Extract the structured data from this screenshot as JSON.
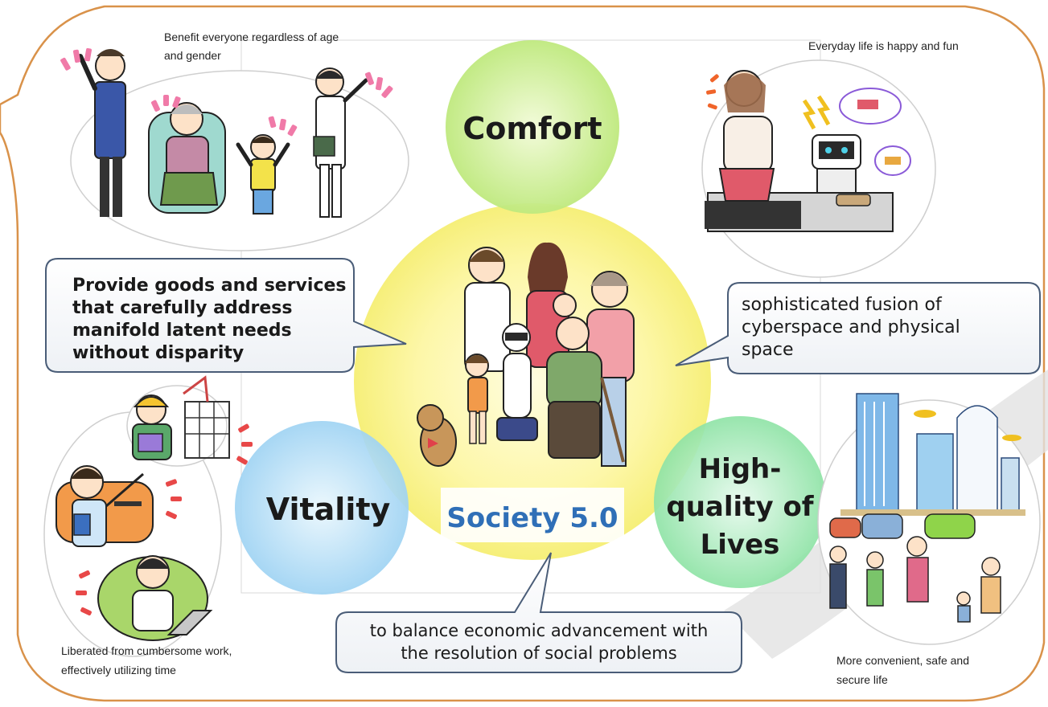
{
  "center": {
    "title": "Society 5.0"
  },
  "pillars": {
    "comfort": "Comfort",
    "vitality": "Vitality",
    "quality": [
      "High-",
      "quality of",
      "Lives"
    ]
  },
  "callouts": {
    "goods": [
      "Provide goods and services",
      "that carefully address",
      "manifold latent needs",
      "without disparity"
    ],
    "fusion": [
      "sophisticated fusion of",
      "cyberspace and physical",
      "space"
    ],
    "balance": [
      "to balance economic advancement with",
      "the resolution of social problems"
    ]
  },
  "captions": {
    "benefit": [
      "Benefit everyone regardless of age",
      "and gender"
    ],
    "everyday": [
      "Everyday life is happy and fun"
    ],
    "liberated": [
      "Liberated from cumbersome work,",
      "effectively utilizing time"
    ],
    "convenient": [
      "More convenient, safe and",
      "secure life"
    ]
  },
  "illustrations": {
    "people_group": "people-group-illustration",
    "family": "family-with-robot-illustration",
    "cooking": "cooking-with-robot-illustration",
    "workers": "remote-workers-illustration",
    "city": "smart-city-illustration"
  },
  "colors": {
    "frame": "#d9924a",
    "center_circle": "#fbf38c",
    "comfort_circle": "#c8ef8a",
    "vitality_circle": "#a9d9f5",
    "quality_circle": "#97e6ad",
    "society_text": "#2f6fb7",
    "callout_border": "#4a5d78"
  }
}
